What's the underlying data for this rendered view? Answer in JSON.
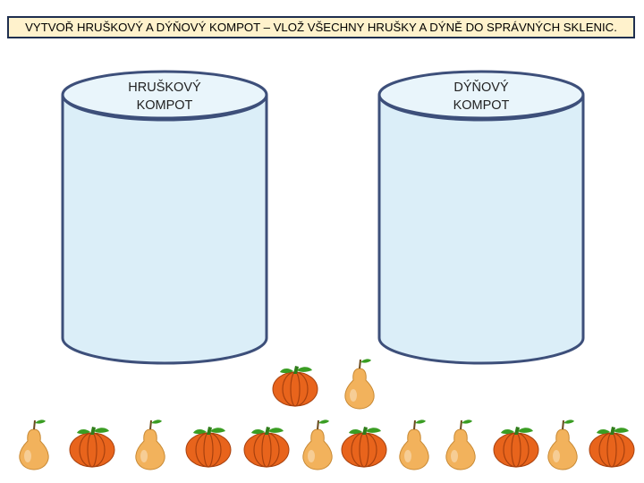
{
  "instruction": "VYTVOŘ HRUŠKOVÝ A DÝŇOVÝ KOMPOT – VLOŽ VŠECHNY HRUŠKY A DÝNĚ DO SPRÁVNÝCH SKLENIC.",
  "jars": [
    {
      "label_line1": "HRUŠKOVÝ",
      "label_line2": "KOMPOT",
      "accepts": "pear"
    },
    {
      "label_line1": "DÝŇOVÝ",
      "label_line2": "KOMPOT",
      "accepts": "pumpkin"
    }
  ],
  "colors": {
    "jar_fill": "#dbeef8",
    "jar_top": "#e9f5fb",
    "jar_outline": "#3d4f7a",
    "instruction_background": "#fff2cc",
    "instruction_border": "#1f2f4f",
    "pear": "#f2b25c",
    "pumpkin": "#e8641c",
    "leaf": "#3a9d23"
  },
  "fruit_icons": {
    "pear": "pear-icon",
    "pumpkin": "pumpkin-icon"
  },
  "fruits_upper_row": [
    "pumpkin",
    "pear"
  ],
  "fruits_lower_row": [
    "pear",
    "pumpkin",
    "pear",
    "pumpkin",
    "pumpkin",
    "pear",
    "pumpkin",
    "pear",
    "pear",
    "pumpkin",
    "pear",
    "pumpkin"
  ]
}
